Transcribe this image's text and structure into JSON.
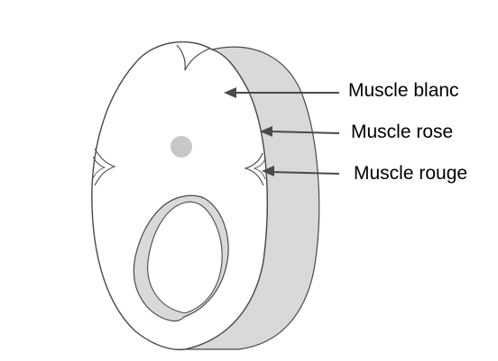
{
  "labels": {
    "white_muscle": "Muscle blanc",
    "pink_muscle": "Muscle rose",
    "red_muscle": "Muscle rouge"
  },
  "colors": {
    "outline": "#4a4a4a",
    "side_band": "#d9d9d9",
    "center_dot": "#c8c8c8",
    "background": "#ffffff"
  }
}
